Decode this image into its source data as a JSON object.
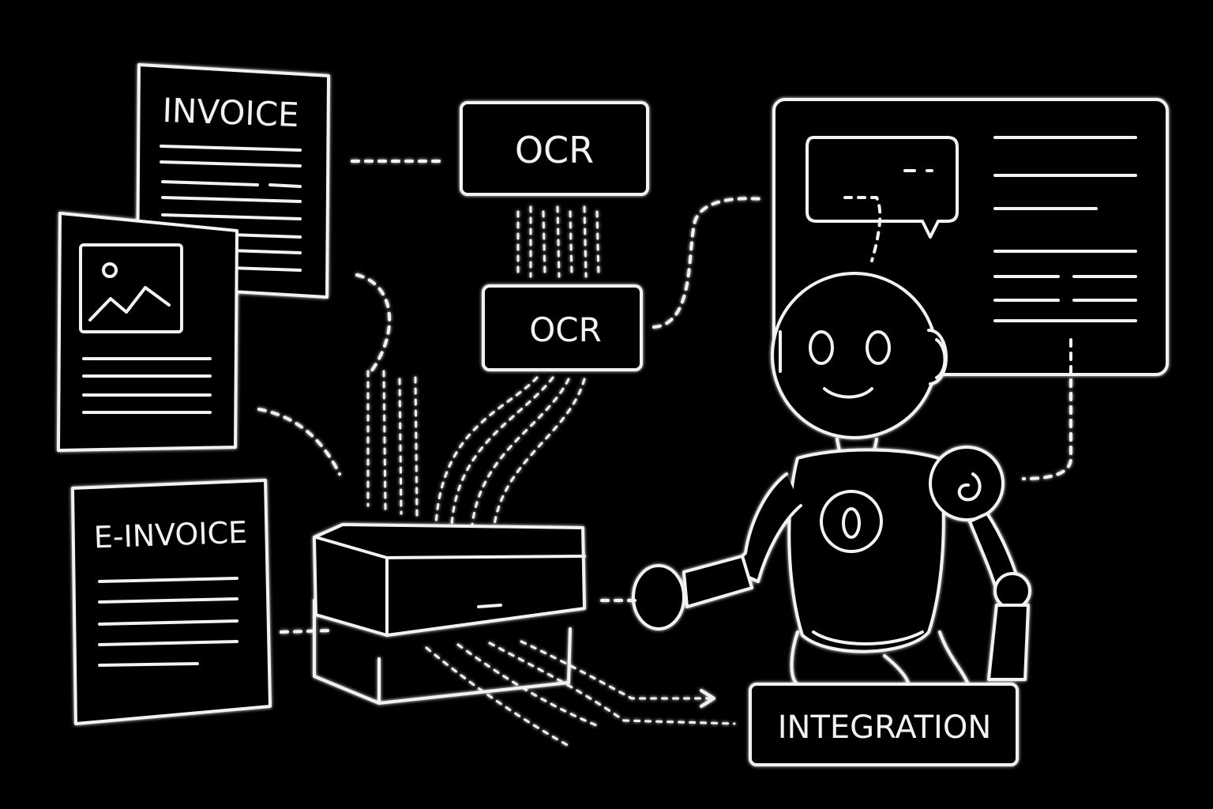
{
  "documents": {
    "invoice_label": "INVOICE",
    "einvoice_label": "E-INVOICE"
  },
  "ocr": {
    "top_label": "OCR",
    "middle_label": "OCR"
  },
  "integration": {
    "label": "INTEGRATION"
  },
  "style": {
    "background": "#000000",
    "stroke": "#f2f2f2"
  }
}
